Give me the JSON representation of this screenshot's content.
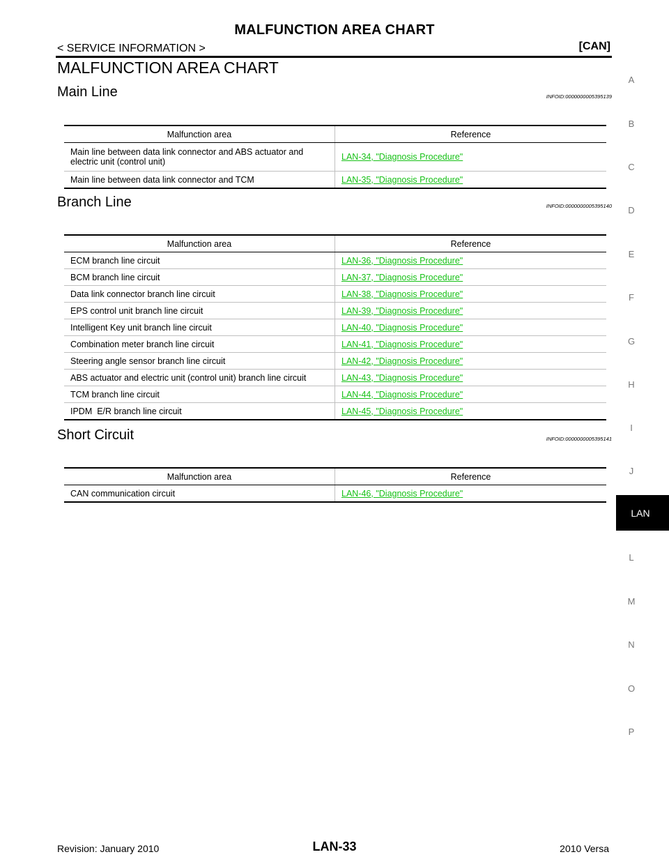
{
  "header": {
    "title": "MALFUNCTION AREA CHART",
    "breadcrumb": "< SERVICE INFORMATION >",
    "system": "[CAN]"
  },
  "section_title": "MALFUNCTION AREA CHART",
  "columns": {
    "area": "Malfunction area",
    "reference": "Reference"
  },
  "main_line": {
    "title": "Main Line",
    "infoid": "INFOID:0000000005395139",
    "rows": [
      {
        "area": "Main line between data link connector and ABS actuator and electric unit (control unit)",
        "ref": "LAN-34, \"Diagnosis Procedure\""
      },
      {
        "area": "Main line between data link connector and TCM",
        "ref": "LAN-35, \"Diagnosis Procedure\""
      }
    ]
  },
  "branch_line": {
    "title": "Branch Line",
    "infoid": "INFOID:0000000005395140",
    "rows": [
      {
        "area": "ECM branch line circuit",
        "ref": "LAN-36, \"Diagnosis Procedure\""
      },
      {
        "area": "BCM branch line circuit",
        "ref": "LAN-37, \"Diagnosis Procedure\""
      },
      {
        "area": "Data link connector branch line circuit",
        "ref": "LAN-38, \"Diagnosis Procedure\""
      },
      {
        "area": "EPS control unit branch line circuit",
        "ref": "LAN-39, \"Diagnosis Procedure\""
      },
      {
        "area": "Intelligent Key unit branch line circuit",
        "ref": "LAN-40, \"Diagnosis Procedure\""
      },
      {
        "area": "Combination meter branch line circuit",
        "ref": "LAN-41, \"Diagnosis Procedure\""
      },
      {
        "area": "Steering angle sensor branch line circuit",
        "ref": "LAN-42, \"Diagnosis Procedure\""
      },
      {
        "area": "ABS actuator and electric unit (control unit) branch line circuit",
        "ref": "LAN-43, \"Diagnosis Procedure\""
      },
      {
        "area": "TCM branch line circuit",
        "ref": "LAN-44, \"Diagnosis Procedure\""
      },
      {
        "area": "IPDM  E/R branch line circuit",
        "ref": "LAN-45, \"Diagnosis Procedure\""
      }
    ]
  },
  "short_circuit": {
    "title": "Short Circuit",
    "infoid": "INFOID:0000000005395141",
    "rows": [
      {
        "area": "CAN communication circuit",
        "ref": "LAN-46, \"Diagnosis Procedure\""
      }
    ]
  },
  "side_index": [
    "A",
    "B",
    "C",
    "D",
    "E",
    "F",
    "G",
    "H",
    "I",
    "J",
    "L",
    "M",
    "N",
    "O",
    "P"
  ],
  "side_tab": "LAN",
  "footer": {
    "revision": "Revision: January 2010",
    "page": "LAN-33",
    "model": "2010 Versa"
  },
  "colors": {
    "link": "#16c116",
    "tab_bg": "#000000"
  }
}
